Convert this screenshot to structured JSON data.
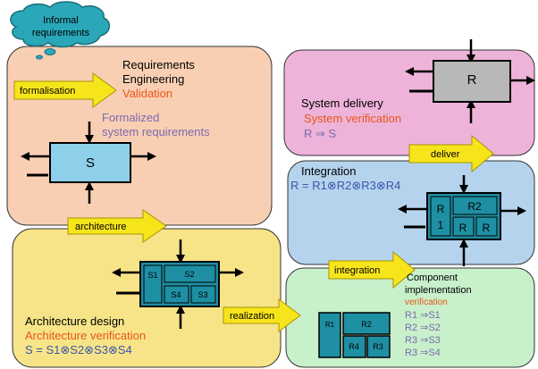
{
  "cloud": {
    "line1": "Informal",
    "line2": "requirements"
  },
  "requirements": {
    "title_line1": "Requirements",
    "title_line2": "Engineering",
    "subtitle": "Validation",
    "formalized_line1": "Formalized",
    "formalized_line2": "system requirements",
    "box_label": "S"
  },
  "architecture": {
    "title": "Architecture design",
    "subtitle": "Architecture verification",
    "equation": "S = S1⊗S2⊗S3⊗S4",
    "cells": [
      "S1",
      "S2",
      "S4",
      "S3"
    ]
  },
  "delivery": {
    "title": "System delivery",
    "subtitle": "System verification",
    "equation": "R ⇒ S",
    "box_label": "R"
  },
  "integration": {
    "title": "Integration",
    "equation": "R = R1⊗R2⊗R3⊗R4",
    "cells": [
      "R",
      "1",
      "R2",
      "R",
      "R"
    ]
  },
  "component": {
    "title_line1": "Component",
    "title_line2": "implementation",
    "subtitle": "verification",
    "equations": [
      "R1 ⇒S1",
      "R2 ⇒S2",
      "R3 ⇒S3",
      "R3 ⇒S4"
    ],
    "cells": [
      "R1",
      "R2",
      "R4",
      "R3"
    ]
  },
  "arrows": {
    "formalisation": "formalisation",
    "architecture": "architecture",
    "realization": "realization",
    "integration": "integration",
    "deliver": "deliver"
  },
  "colors": {
    "orange_text": "#e8561a",
    "purple_text": "#7b6bb0",
    "blue_text": "#3a57a8",
    "teal_box": "#1f8fa3",
    "light_blue_box": "#8ed0ea",
    "grey_box": "#b8b8b8",
    "arrow_yellow": "#f7e51c"
  }
}
